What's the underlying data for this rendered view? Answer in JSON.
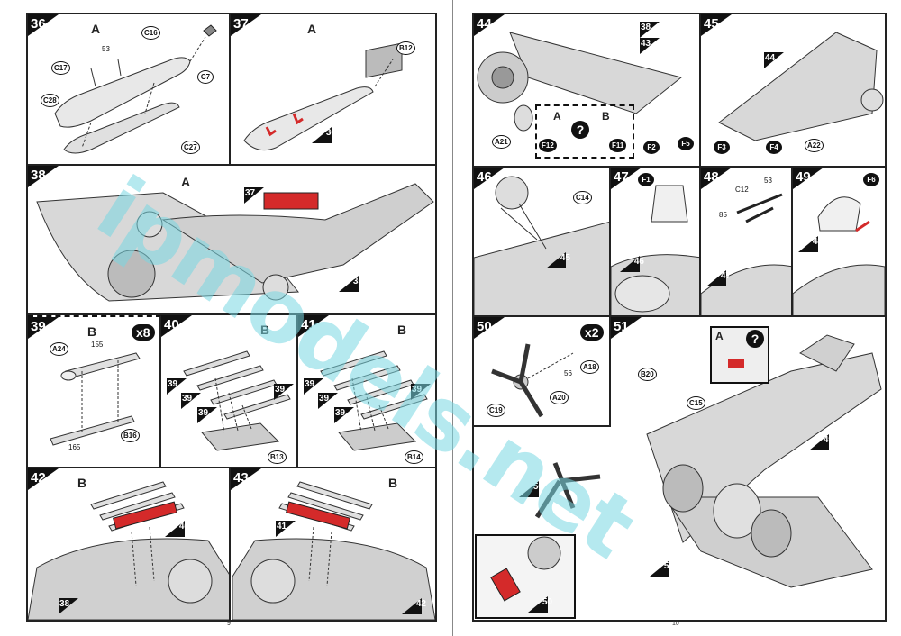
{
  "watermark": "ipmodels.net",
  "left_page": {
    "page_number": "9",
    "steps": [
      {
        "num": "36",
        "label": "A",
        "parts": [
          "C16",
          "53",
          "C17",
          "C28",
          "C7",
          "C27"
        ]
      },
      {
        "num": "37",
        "label": "A",
        "parts": [
          "B12"
        ],
        "ref": "36"
      },
      {
        "num": "38",
        "label": "A",
        "refs": [
          "37",
          "35"
        ]
      },
      {
        "num": "39",
        "label": "B",
        "multiplier": "x8",
        "parts": [
          "A24",
          "155",
          "B16",
          "165"
        ]
      },
      {
        "num": "40",
        "label": "B",
        "parts": [
          "B13"
        ],
        "refs": [
          "39",
          "39",
          "39",
          "39"
        ]
      },
      {
        "num": "41",
        "label": "B",
        "parts": [
          "B14"
        ],
        "refs": [
          "39",
          "39",
          "39",
          "39"
        ]
      },
      {
        "num": "42",
        "label": "B",
        "refs": [
          "40",
          "38"
        ]
      },
      {
        "num": "43",
        "label": "B",
        "refs": [
          "41",
          "42"
        ]
      }
    ]
  },
  "right_page": {
    "page_number": "10",
    "steps": [
      {
        "num": "44",
        "refs": [
          "38",
          "43"
        ],
        "parts": [
          "A21",
          "F12",
          "F11",
          "F2",
          "F5"
        ],
        "options": [
          "A",
          "B"
        ]
      },
      {
        "num": "45",
        "refs": [
          "44"
        ],
        "parts": [
          "F3",
          "F4",
          "A22"
        ]
      },
      {
        "num": "46",
        "refs": [
          "45"
        ],
        "parts": [
          "C14"
        ]
      },
      {
        "num": "47",
        "refs": [
          "46"
        ],
        "parts": [
          "F1"
        ]
      },
      {
        "num": "48",
        "refs": [
          "47"
        ],
        "parts": [
          "C12",
          "53",
          "85"
        ]
      },
      {
        "num": "49",
        "refs": [
          "48"
        ],
        "parts": [
          "F6"
        ]
      },
      {
        "num": "50",
        "multiplier": "x2",
        "parts": [
          "A18",
          "56",
          "A20",
          "C19"
        ]
      },
      {
        "num": "51",
        "refs": [
          "49",
          "50",
          "50",
          "50"
        ],
        "parts": [
          "B20",
          "C15"
        ],
        "inset_label": "A"
      }
    ]
  },
  "colors": {
    "accent": "#d42a2a",
    "ink": "#111111",
    "metal": "#cfcfcf"
  }
}
